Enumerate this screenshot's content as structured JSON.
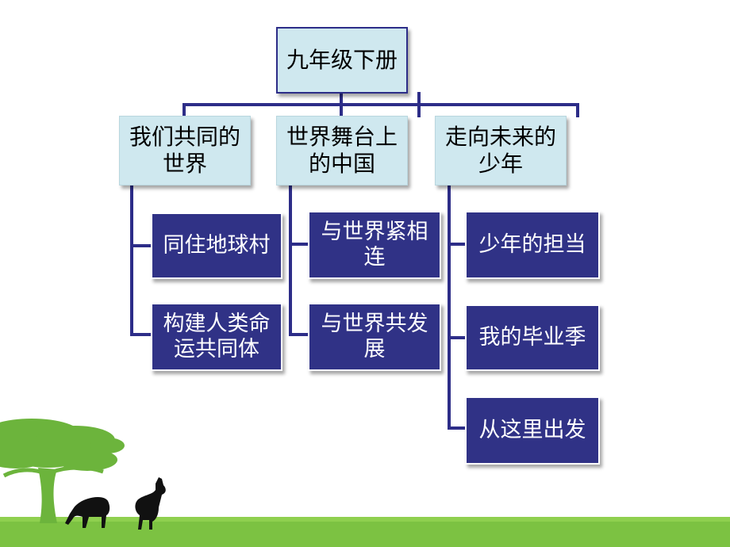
{
  "root": {
    "label": "九年级下册"
  },
  "categories": [
    {
      "label": "我们共同的世界",
      "children": [
        "同住地球村",
        "构建人类命运共同体"
      ]
    },
    {
      "label": "世界舞台上的中国",
      "children": [
        "与世界紧相连",
        "与世界共发展"
      ]
    },
    {
      "label": "走向未来的少年",
      "children": [
        "少年的担当",
        "我的毕业季",
        "从这里出发"
      ]
    }
  ],
  "colors": {
    "node_fill_light": "#cfe8ef",
    "node_fill_dark": "#303286",
    "connector": "#2d2d88",
    "ground": "#7cc242",
    "tree": "#6cb43c",
    "silhouette": "#111111"
  },
  "icons": [
    "tree-icon",
    "deer-icon"
  ]
}
